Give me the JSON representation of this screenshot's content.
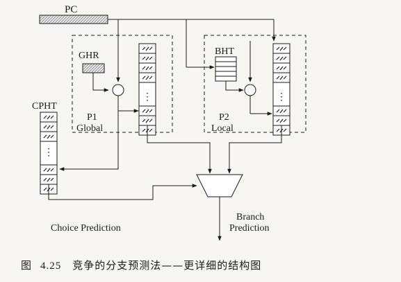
{
  "diagram": {
    "pc_label": "PC",
    "ghr_label": "GHR",
    "bht_label": "BHT",
    "cpht_label": "CPHT",
    "p1_name": "P1",
    "p1_type": "Global",
    "p2_name": "P2",
    "p2_type": "Local",
    "branch_prediction_line1": "Branch",
    "branch_prediction_line2": "Prediction",
    "choice_prediction": "Choice Prediction",
    "ellipsis": "⋮"
  },
  "caption": {
    "figure_prefix": "图",
    "figure_number": "4.25",
    "title": "竞争的分支预测法——更详细的结构图"
  }
}
